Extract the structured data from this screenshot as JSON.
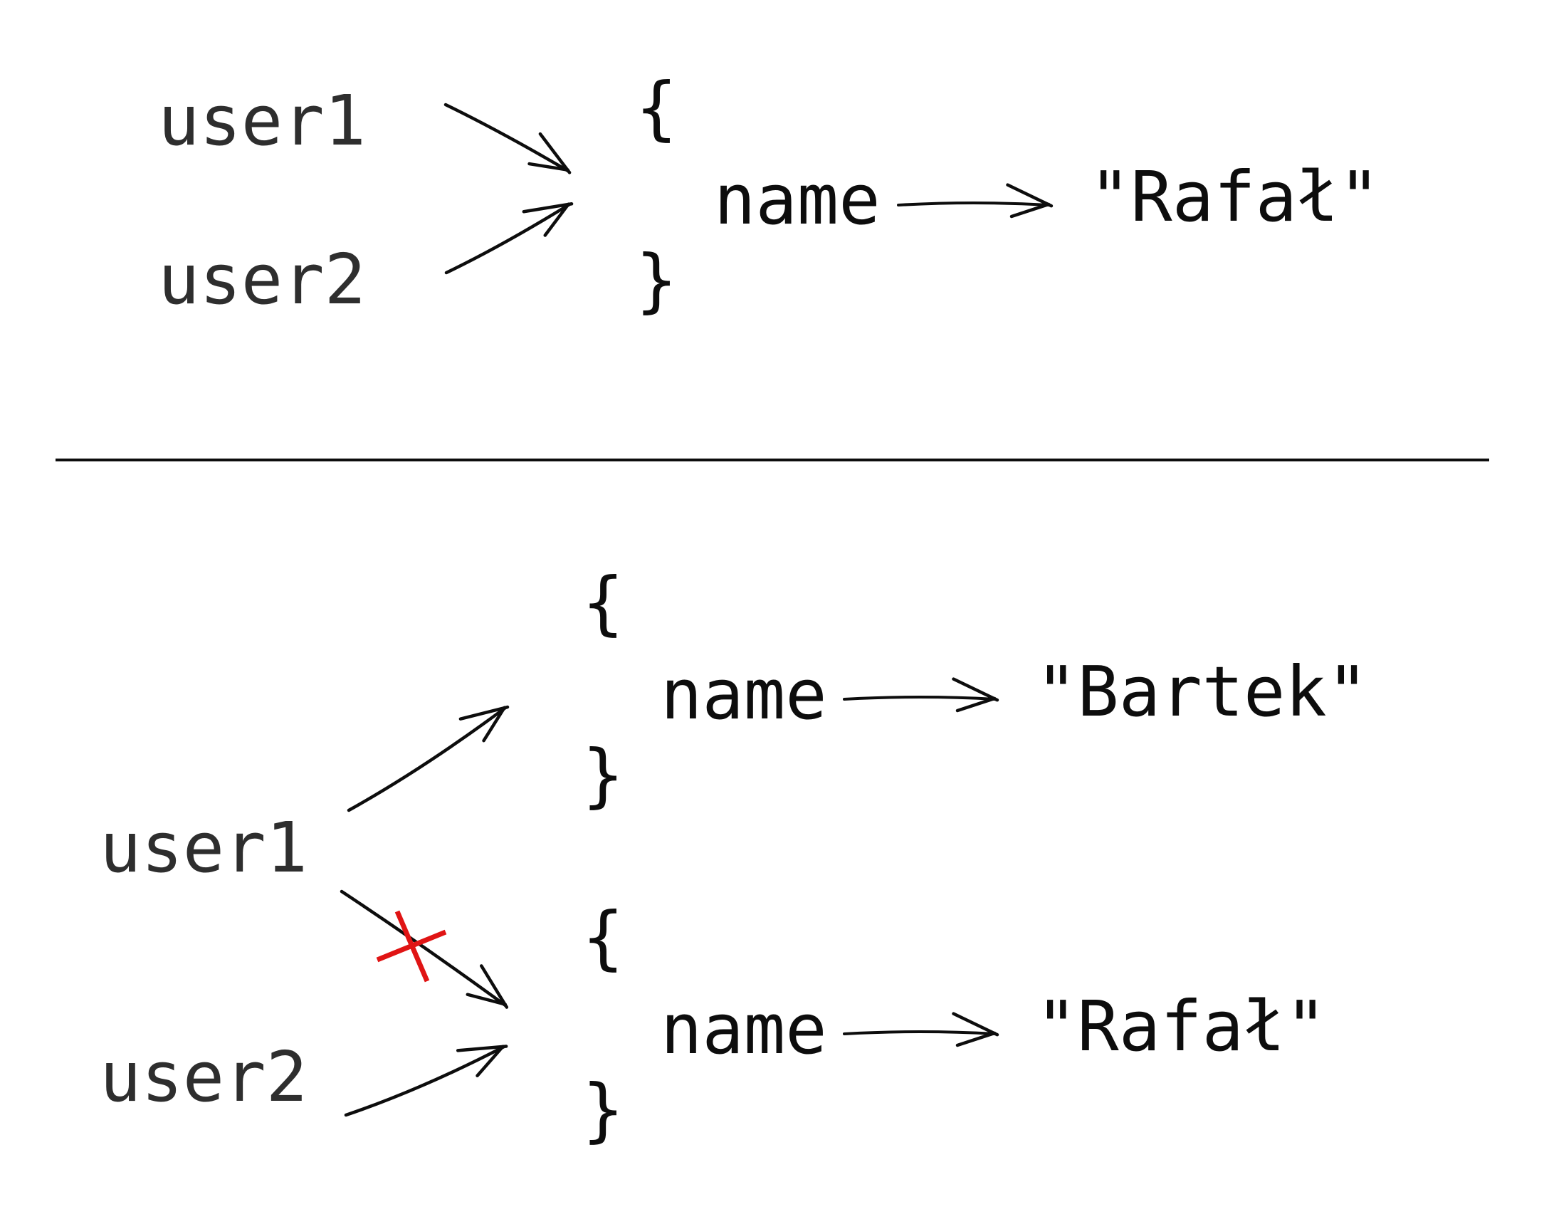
{
  "colors": {
    "background": "#ffffff",
    "label_ink": "#2e2e2e",
    "object_ink": "#0d0d0d",
    "arrow_ink": "#0d0d0d",
    "cross_red": "#e01414",
    "divider": "#0d0d0d"
  },
  "top_diagram": {
    "variables": [
      {
        "label": "user1"
      },
      {
        "label": "user2"
      }
    ],
    "object": {
      "brace_open": "{",
      "key": "name",
      "value": "\"Rafał\"",
      "brace_close": "}"
    },
    "references": [
      {
        "from": "user1",
        "to": "shared object { name: \"Rafał\" }",
        "crossed_out": false
      },
      {
        "from": "user2",
        "to": "shared object { name: \"Rafał\" }",
        "crossed_out": false
      },
      {
        "from": "name",
        "to": "\"Rafał\"",
        "crossed_out": false
      }
    ]
  },
  "bottom_diagram": {
    "variables": [
      {
        "label": "user1"
      },
      {
        "label": "user2"
      }
    ],
    "objects": [
      {
        "brace_open": "{",
        "key": "name",
        "value": "\"Bartek\"",
        "brace_close": "}"
      },
      {
        "brace_open": "{",
        "key": "name",
        "value": "\"Rafał\"",
        "brace_close": "}"
      }
    ],
    "references": [
      {
        "from": "user1",
        "to": "object { name: \"Bartek\" }",
        "crossed_out": false
      },
      {
        "from": "user1",
        "to": "object { name: \"Rafał\" }",
        "crossed_out": true
      },
      {
        "from": "user2",
        "to": "object { name: \"Rafał\" }",
        "crossed_out": false
      },
      {
        "from": "name",
        "to": "\"Bartek\"",
        "crossed_out": false
      },
      {
        "from": "name",
        "to": "\"Rafał\"",
        "crossed_out": false
      }
    ]
  }
}
